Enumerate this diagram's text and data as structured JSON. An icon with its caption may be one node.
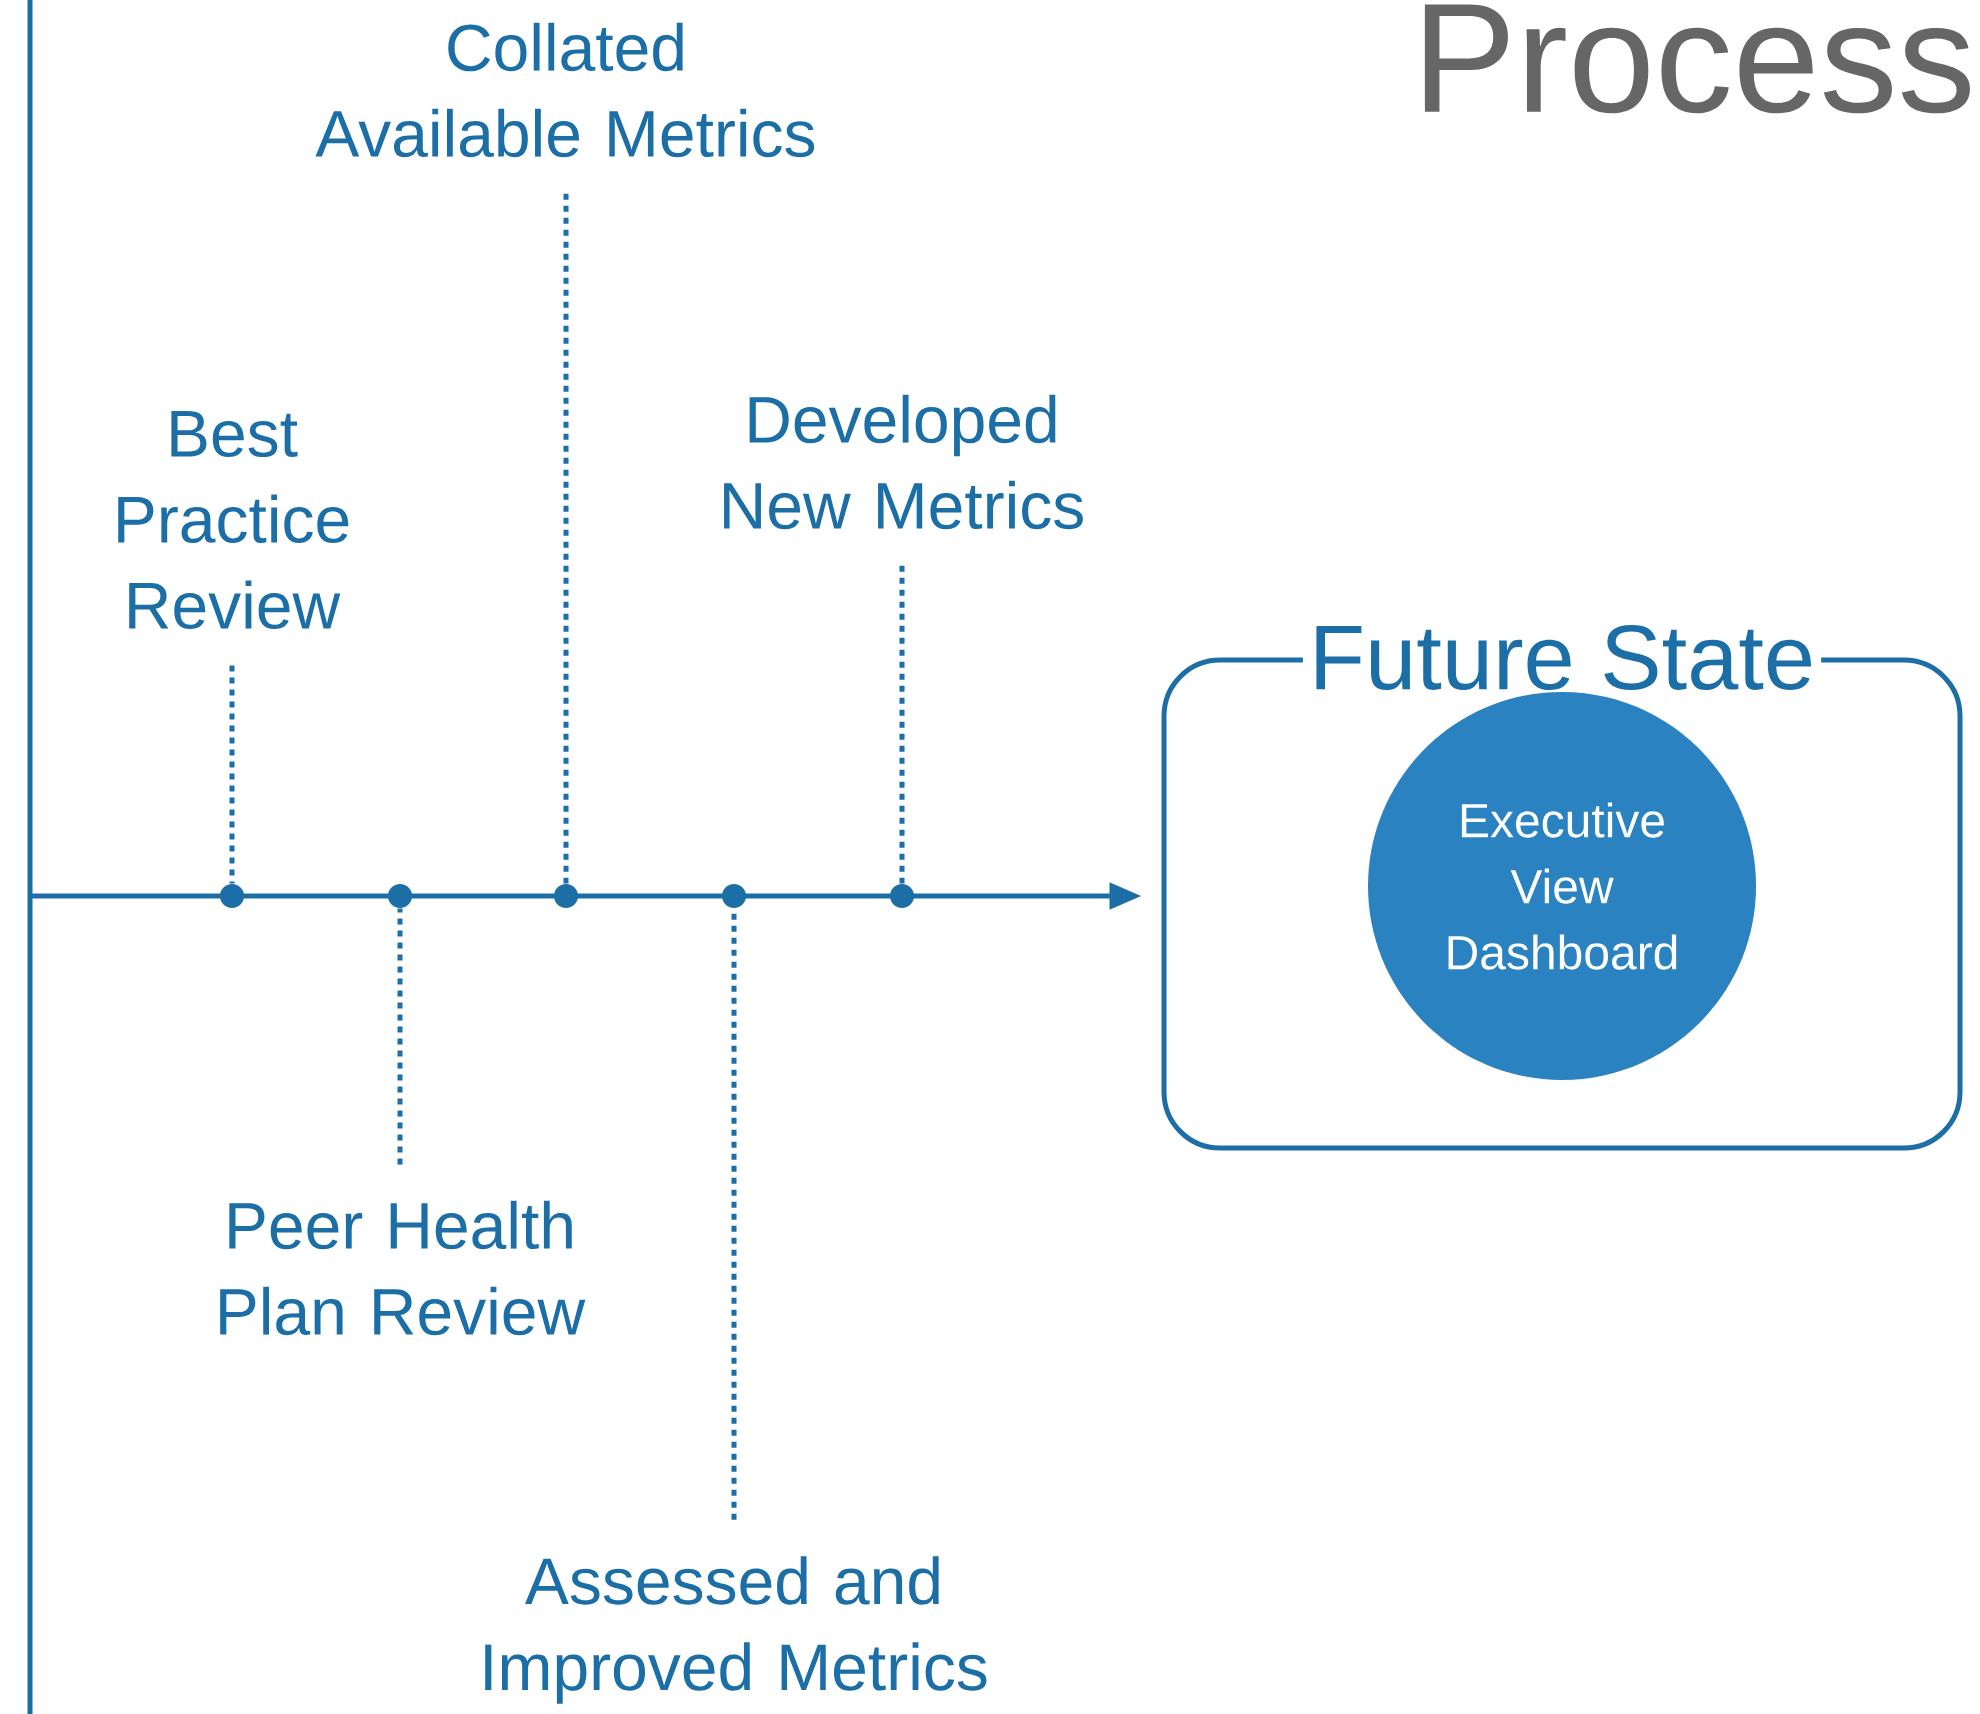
{
  "diagram": {
    "title": "Process",
    "nodes": [
      {
        "text": [
          "Best Practice Review"
        ]
      },
      {
        "text": [
          "Collated Available Metrics"
        ]
      },
      {
        "text": [
          "Developed New Metrics"
        ]
      },
      {
        "text": [
          "Peer Health Plan Review"
        ]
      },
      {
        "text": [
          "Assessed and Improved Metrics"
        ]
      },
      {
        "text": [],
        "shape": "circle"
      },
      {
        "text": [],
        "shape": "circle"
      },
      {
        "text": [],
        "shape": "circle"
      },
      {
        "text": [],
        "shape": "circle"
      },
      {
        "text": [],
        "shape": "circle"
      },
      {
        "text": [
          "Future State"
        ]
      },
      {
        "text": [
          "Executive View Dashboard"
        ],
        "in": 10
      }
    ],
    "edges": [
      {
        "from": 0,
        "to": 5,
        "arrow": "none",
        "style": "dashed"
      },
      {
        "from": 3,
        "to": 6,
        "arrow": "none",
        "style": "dashed"
      },
      {
        "from": 1,
        "to": 7,
        "arrow": "none",
        "style": "dashed"
      },
      {
        "from": 4,
        "to": 8,
        "arrow": "none",
        "style": "dashed"
      },
      {
        "from": 2,
        "to": 9,
        "arrow": "none",
        "style": "dashed"
      },
      {
        "from": null,
        "to": 10,
        "arrow": "to"
      }
    ]
  }
}
